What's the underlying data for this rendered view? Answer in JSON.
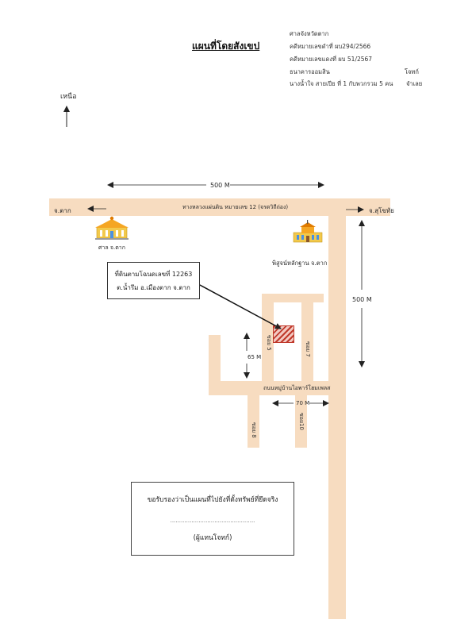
{
  "title": "แผนที่โดยสังเขป",
  "header_lines": [
    "ศาลจังหวัดตาก",
    "คดีหมายเลขดำที่  ผบ294/2566",
    "คดีหมายเลขแดงที่ ผบ 51/2567",
    "ธนาคารออมสิน",
    "นางน้ำใจ  สายเปีย ที่ 1 กับพวกรวม 5 คน"
  ],
  "party_labels": {
    "plaintiff": "โจทก์",
    "defendant": "จำเลย"
  },
  "north_label": "เหนือ",
  "distance_top": "500 M",
  "distance_right": "500 M",
  "distance_65": "65 M",
  "distance_70": "70 M",
  "highway_label": "ทางหลวงแผ่นดิน หมายเลข 12 (จรดวิถีถ่อง)",
  "to_tak": "จ.ตาก",
  "to_sukhothai": "จ.สุโขทัย",
  "court_label": "ศาล จ.ตาก",
  "museum_label": "พิสูจน์หลักฐาน จ.ตาก",
  "callout_line1": "ที่ดินตามโฉนดเลขที่ 12263",
  "callout_line2": "ต.น้ำรึม อ.เมืองตาก จ.ตาก",
  "village_road": "ถนนหมู่บ้านไอพาร์โฮมเพลส",
  "soi_5": "ซอย 5",
  "soi_7": "ซอย 7",
  "soi_8": "ซอย 8",
  "soi_10": "ซอย10",
  "cert_text": "ขอรับรองว่าเป็นแผนที่ไปยังที่ตั้งทรัพย์ที่ยึดจริง",
  "cert_dots": "................................................",
  "cert_role": "(ผู้แทนโจทก์)",
  "colors": {
    "road": "#f7dcc0",
    "parcel": "#c0392b",
    "signature": "#3b3bb0"
  },
  "icons": [
    "north-arrow-icon",
    "court-building-icon",
    "museum-building-icon",
    "signature-mark"
  ]
}
